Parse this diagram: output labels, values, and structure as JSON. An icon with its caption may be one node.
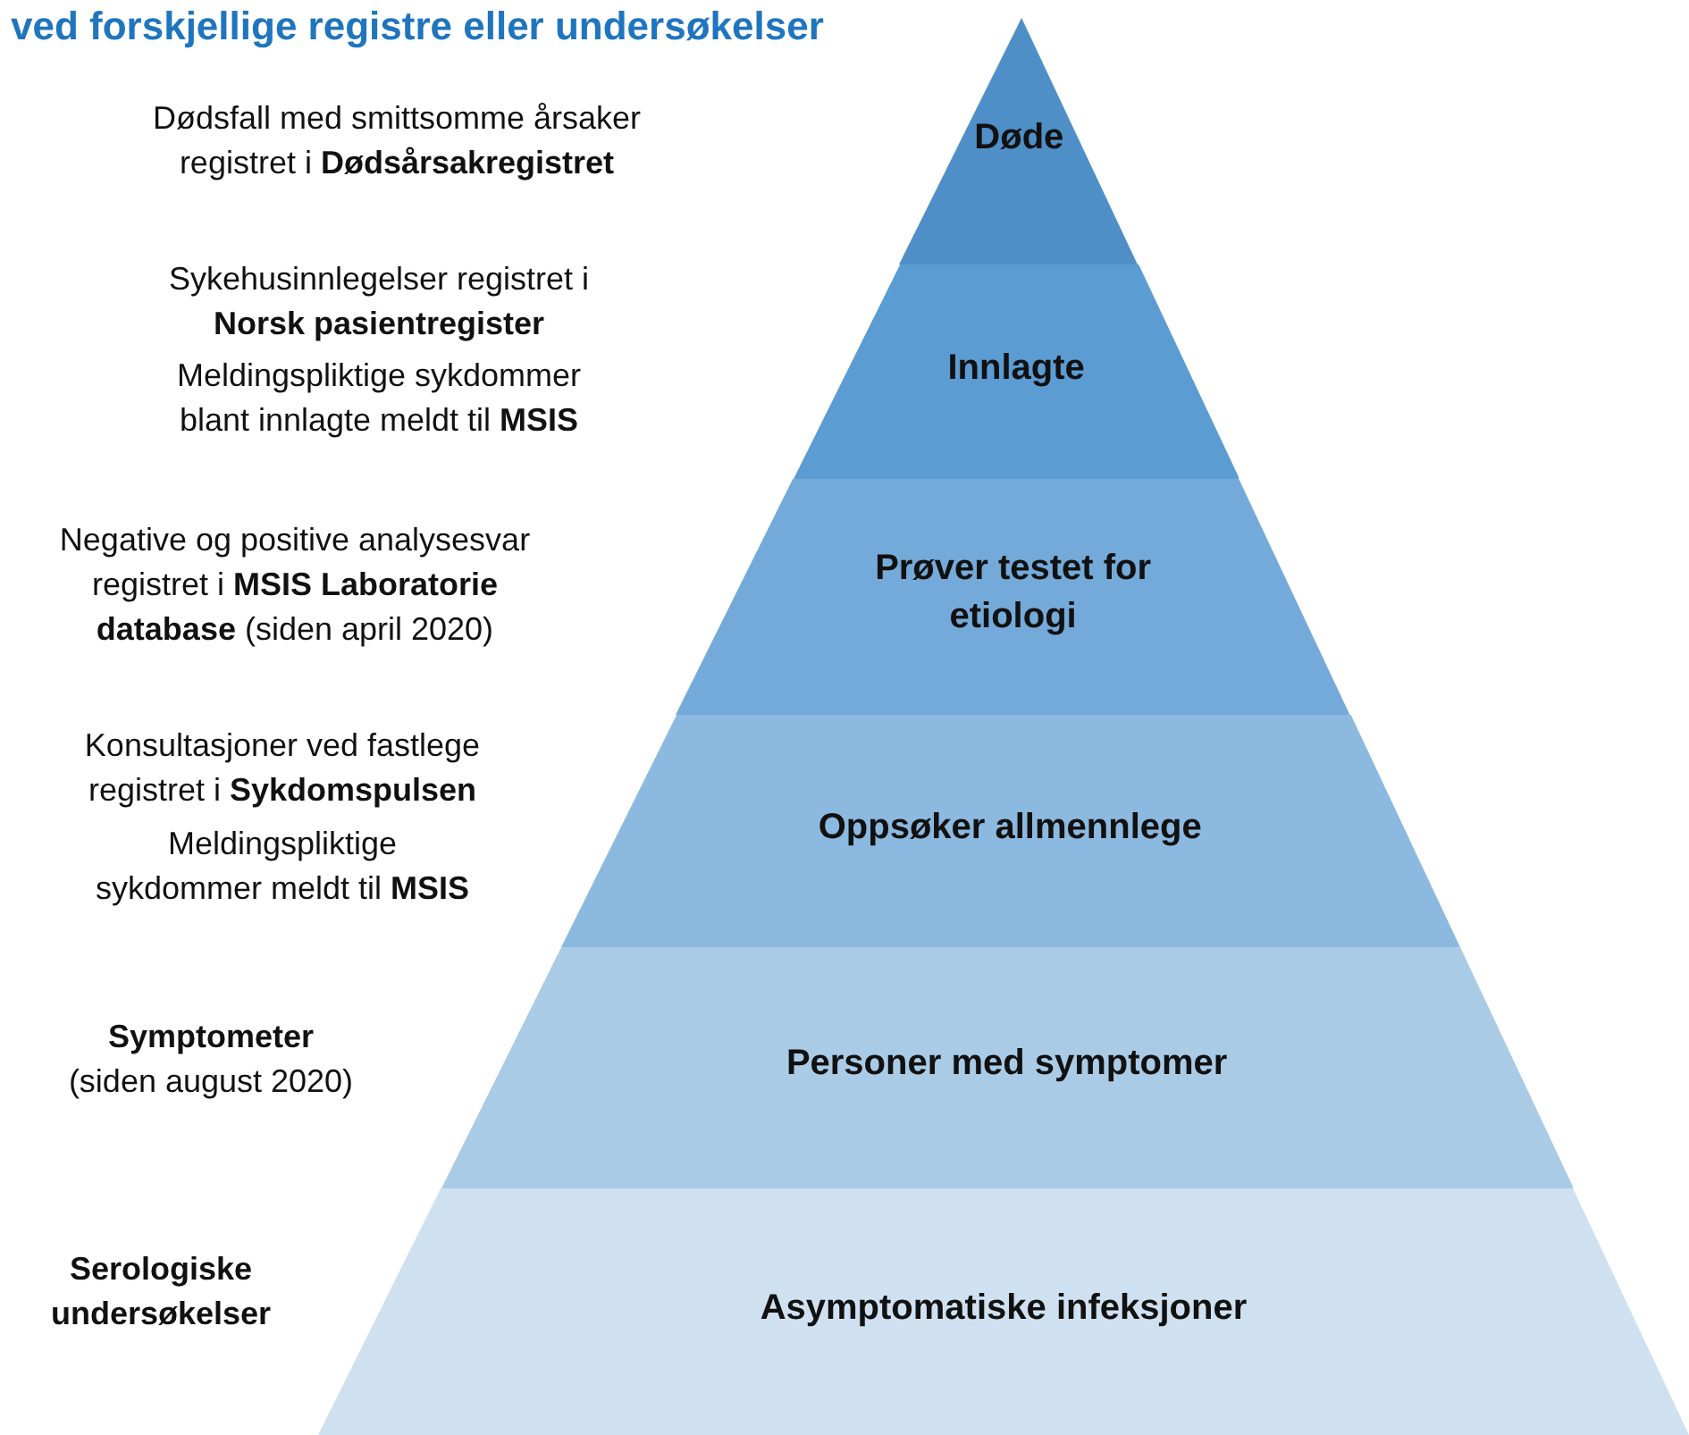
{
  "diagram": {
    "title": "ved forskjellige registre eller undersøkelser",
    "nodes": [
      {
        "text": [
          "Døde"
        ]
      },
      {
        "text": [
          "Innlagte"
        ]
      },
      {
        "text": [
          "Prøver testet for etiologi"
        ]
      },
      {
        "text": [
          "Oppsøker allmennlege"
        ]
      },
      {
        "text": [
          "Personer med symptomer"
        ]
      },
      {
        "text": [
          "Asymptomatiske infeksjoner"
        ]
      }
    ],
    "labels": [
      "Dødsfall med smittsomme årsaker registret i **Dødsårsakregistret**",
      "Sykehusinnlegelser registret i **Norsk pasientregister**",
      "Meldingspliktige sykdommer blant innlagte meldt til **MSIS**",
      "Negative og positive analysesvar registret i **MSIS Laboratorie database** (siden april 2020)",
      "Konsultasjoner ved fastlege registret i **Sykdomspulsen**",
      "Meldingspliktige sykdommer meldt til **MSIS**",
      "**Symptometer** (siden august 2020)",
      "Serologiske undersøkelser"
    ]
  }
}
